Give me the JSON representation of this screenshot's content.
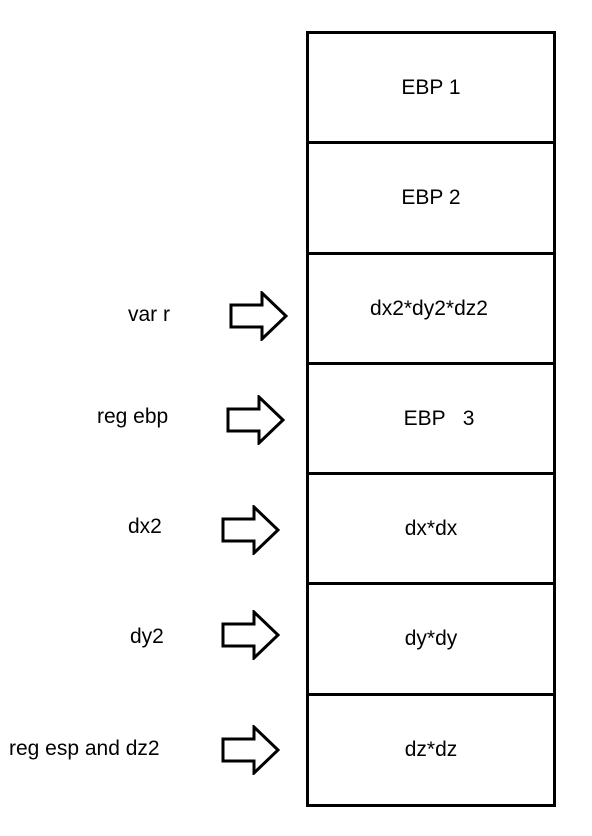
{
  "stack_cells": [
    {
      "text": "EBP  1"
    },
    {
      "text": "EBP  2"
    },
    {
      "text": "dx2*dy2*dz2"
    },
    {
      "text": "EBP   3"
    },
    {
      "text": "dx*dx"
    },
    {
      "text": "dy*dy"
    },
    {
      "text": "dz*dz"
    }
  ],
  "pointer_labels": [
    {
      "text": "var r"
    },
    {
      "text": "reg ebp"
    },
    {
      "text": "dx2"
    },
    {
      "text": "dy2"
    },
    {
      "text": "reg esp and dz2"
    }
  ]
}
